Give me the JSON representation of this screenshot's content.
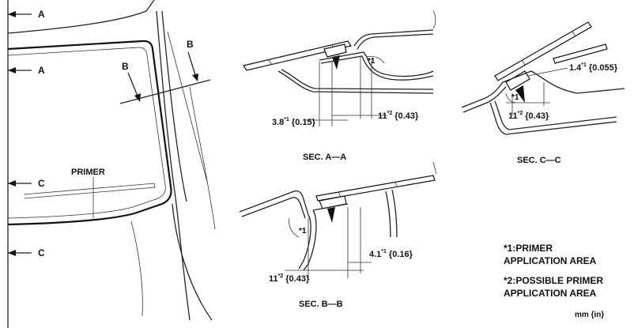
{
  "arrows": {
    "a_top": "A",
    "a_bottom": "A",
    "b_left": "B",
    "b_right": "B",
    "c_top": "C",
    "c_bottom": "C"
  },
  "primer_label": "PRIMER",
  "sections": {
    "aa": {
      "title": "SEC. A—A",
      "marker": "*1",
      "dim1_value": "3.8",
      "dim1_sup": "*1",
      "dim1_in": "{0.15}",
      "dim2_value": "11",
      "dim2_sup": "*2",
      "dim2_in": "{0.43}"
    },
    "bb": {
      "title": "SEC. B—B",
      "marker": "*1",
      "dim1_value": "11",
      "dim1_sup": "*2",
      "dim1_in": "{0.43}",
      "dim2_value": "4.1",
      "dim2_sup": "*1",
      "dim2_in": "{0.16}"
    },
    "cc": {
      "title": "SEC. C—C",
      "marker": "*1",
      "dim1_value": "1.4",
      "dim1_sup": "*1",
      "dim1_in": "{0.055}",
      "dim2_value": "11",
      "dim2_sup": "*2",
      "dim2_in": "{0.43}"
    }
  },
  "legend": {
    "line1a": "*1:PRIMER",
    "line1b": "APPLICATION AREA",
    "line2a": "*2:POSSIBLE PRIMER",
    "line2b": "APPLICATION AREA"
  },
  "units": "mm {in}"
}
